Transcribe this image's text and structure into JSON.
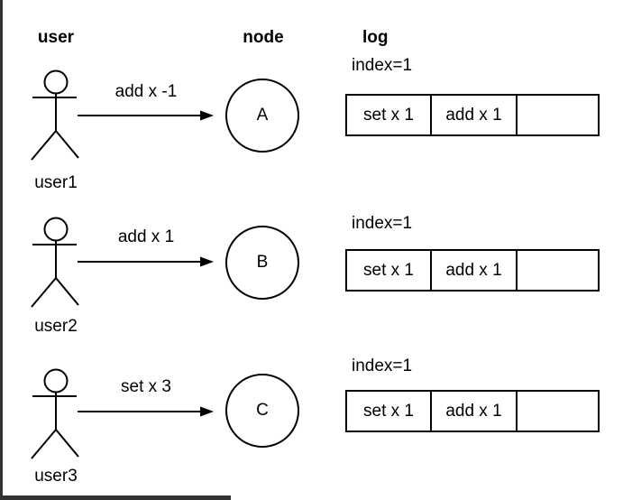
{
  "diagram": {
    "headers": {
      "user": "user",
      "node": "node",
      "log": "log"
    },
    "rows": [
      {
        "user_label": "user1",
        "message": "add x -1",
        "node_label": "A",
        "log_index_label": "index=1",
        "log_cells": [
          "set x 1",
          "add x 1",
          ""
        ]
      },
      {
        "user_label": "user2",
        "message": "add x 1",
        "node_label": "B",
        "log_index_label": "index=1",
        "log_cells": [
          "set x 1",
          "add x 1",
          ""
        ]
      },
      {
        "user_label": "user3",
        "message": "set x 3",
        "node_label": "C",
        "log_index_label": "index=1",
        "log_cells": [
          "set x 1",
          "add x 1",
          ""
        ]
      }
    ],
    "colors": {
      "stroke": "#000000",
      "text": "#000000",
      "frame": "#333333"
    }
  }
}
